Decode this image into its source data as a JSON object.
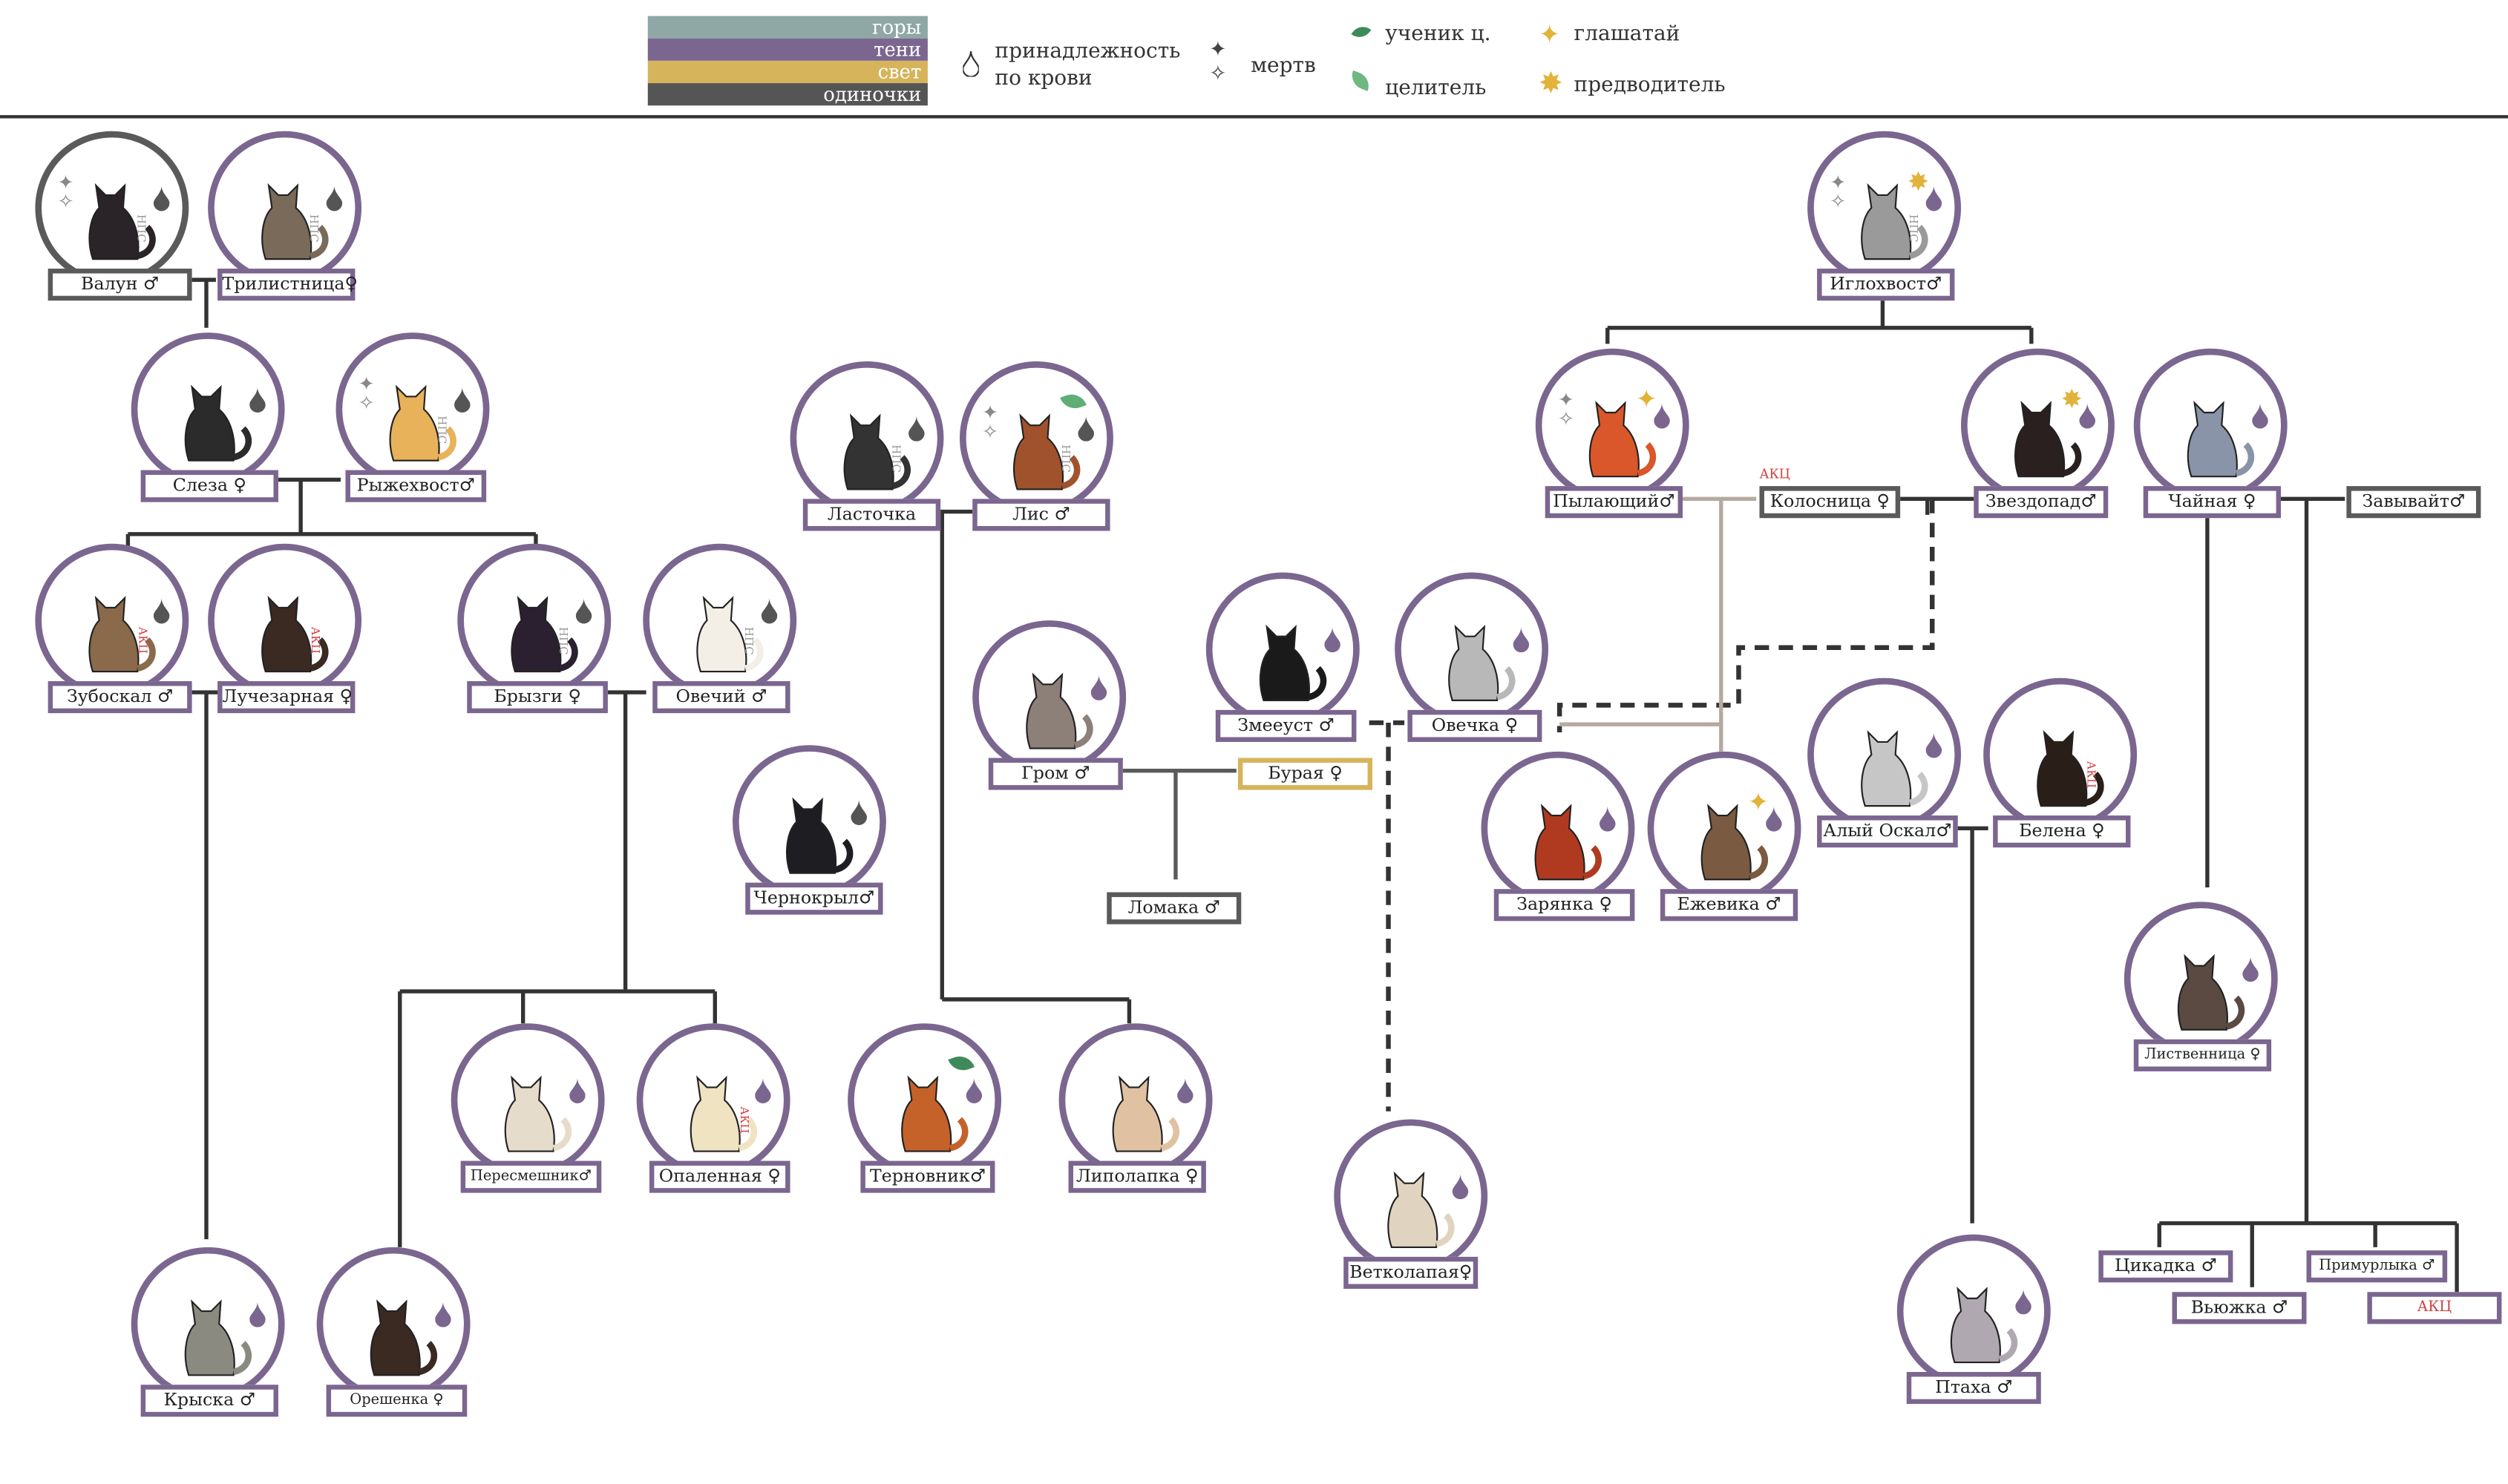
{
  "legend": {
    "groups": [
      {
        "label": "горы",
        "color": "#8fa7a5"
      },
      {
        "label": "тени",
        "color": "#7b6690"
      },
      {
        "label": "свет",
        "color": "#d6b45b"
      },
      {
        "label": "одиночки",
        "color": "#555555"
      }
    ],
    "blood": "принадлежность по крови",
    "dead": "мертв",
    "apprentice": "ученик ц.",
    "healer": "целитель",
    "herald": "глашатай",
    "leader": "предводитель"
  },
  "colors": {
    "shadow": "#7b6690",
    "loner": "#5a5a5a",
    "light": "#d6b45b",
    "line": "#333333",
    "line_light": "#b5aaa0"
  },
  "tags": {
    "npc": "НПС",
    "akc": "АКЦ"
  },
  "cats": [
    {
      "id": "valun",
      "name": "Валун ♂",
      "color": "#2a2428"
    },
    {
      "id": "trilist",
      "name": "Трилистница♀",
      "color": "#7a6a5a"
    },
    {
      "id": "sleza",
      "name": "Слеза ♀",
      "color": "#2b2b2b"
    },
    {
      "id": "ryzh",
      "name": "Рыжехвост♂",
      "color": "#e8b25a"
    },
    {
      "id": "zubo",
      "name": "Зубоскал ♂",
      "color": "#8a6a4a"
    },
    {
      "id": "luch",
      "name": "Лучезарная ♀",
      "color": "#3a2a22"
    },
    {
      "id": "bryz",
      "name": "Брызги ♀",
      "color": "#2a2030"
    },
    {
      "id": "ovech",
      "name": "Овечий ♂",
      "color": "#f3efe6"
    },
    {
      "id": "lastoch",
      "name": "Ласточка",
      "color": "#333333"
    },
    {
      "id": "lis",
      "name": "Лис ♂",
      "color": "#a0522d"
    },
    {
      "id": "chern",
      "name": "Чернокрыл♂",
      "color": "#1d1d22"
    },
    {
      "id": "grom",
      "name": "Гром ♂",
      "color": "#8c8078"
    },
    {
      "id": "buraya",
      "name": "Бурая ♀"
    },
    {
      "id": "lomaka",
      "name": "Ломака ♂"
    },
    {
      "id": "zmeeust",
      "name": "Змееуст ♂",
      "color": "#1a1a1a"
    },
    {
      "id": "ovechka",
      "name": "Овечка ♀",
      "color": "#b8b8b8"
    },
    {
      "id": "igloh",
      "name": "Иглохвост♂",
      "color": "#9a9a9a"
    },
    {
      "id": "pylay",
      "name": "Пылающий♂",
      "color": "#d9572a"
    },
    {
      "id": "kolos",
      "name": "Колосница ♀"
    },
    {
      "id": "zvedo",
      "name": "Звездопад♂",
      "color": "#2a2020"
    },
    {
      "id": "chainaya",
      "name": "Чайная ♀",
      "color": "#8a94a8"
    },
    {
      "id": "zavyv",
      "name": "Завывайт♂"
    },
    {
      "id": "zaryanka",
      "name": "Зарянка ♀",
      "color": "#b03a20"
    },
    {
      "id": "ezhevika",
      "name": "Ежевика ♂",
      "color": "#7a5a40"
    },
    {
      "id": "aly",
      "name": "Алый Оскал♂",
      "color": "#c6c6c6"
    },
    {
      "id": "belena",
      "name": "Белена ♀",
      "color": "#2a1e18"
    },
    {
      "id": "peresm",
      "name": "Пересмешник♂",
      "color": "#e6dccb"
    },
    {
      "id": "opal",
      "name": "Опаленная ♀",
      "color": "#efe3c2"
    },
    {
      "id": "ternov",
      "name": "Терновник♂",
      "color": "#c4622a"
    },
    {
      "id": "lipo",
      "name": "Липолапка ♀",
      "color": "#e0c2a2"
    },
    {
      "id": "lystv",
      "name": "Лиственница ♀",
      "color": "#5a4a42"
    },
    {
      "id": "vetko",
      "name": "Ветколапая♀",
      "color": "#e0d4c0"
    },
    {
      "id": "kryska",
      "name": "Крыска ♂",
      "color": "#8a8a80"
    },
    {
      "id": "oresh",
      "name": "Орешенка ♀",
      "color": "#3a2a22"
    },
    {
      "id": "ptaha",
      "name": "Птаха ♂",
      "color": "#b0a8b0"
    },
    {
      "id": "cikadka",
      "name": "Цикадка ♂"
    },
    {
      "id": "vyuzhka",
      "name": "Вьюжка ♂"
    },
    {
      "id": "primur",
      "name": "Примурлыка ♂"
    }
  ]
}
